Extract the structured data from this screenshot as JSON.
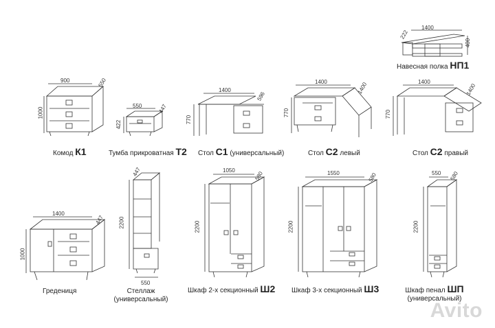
{
  "items": [
    {
      "caption": "Навесная полка",
      "code": "НП1",
      "dims": {
        "w": "1400",
        "d": "222",
        "h": "400"
      }
    },
    {
      "caption": "Комод",
      "code": "К1",
      "dims": {
        "w": "900",
        "d": "550",
        "h": "1000"
      }
    },
    {
      "caption": "Тумба прикроватная",
      "code": "Т2",
      "dims": {
        "w": "550",
        "d": "447",
        "h": "422"
      }
    },
    {
      "caption": "Стол",
      "code": "С1",
      "suffix": "(универсальный)",
      "dims": {
        "w": "1400",
        "d": "596",
        "h": "770"
      }
    },
    {
      "caption": "Стол",
      "code": "С2",
      "suffix": "левый",
      "dims": {
        "w": "1400",
        "d": "1400",
        "h": "770"
      }
    },
    {
      "caption": "Стол",
      "code": "С2",
      "suffix": "правый",
      "dims": {
        "w": "1400",
        "d": "1400",
        "h": "770"
      }
    },
    {
      "caption": "Гредениця",
      "dims": {
        "w": "1400",
        "d": "447",
        "h": "1000"
      }
    },
    {
      "caption": "Стеллаж",
      "sub": "(универсальный)",
      "dims": {
        "w": "550",
        "d": "447",
        "h": "2200"
      }
    },
    {
      "caption": "Шкаф 2-х секционный",
      "code": "Ш2",
      "dims": {
        "w": "1050",
        "d": "580",
        "h": "2200"
      }
    },
    {
      "caption": "Шкаф 3-х секционный",
      "code": "Ш3",
      "dims": {
        "w": "1550",
        "d": "580",
        "h": "2200"
      }
    },
    {
      "caption": "Шкаф пенал",
      "code": "ШП",
      "sub": "(универсальный)",
      "dims": {
        "w": "550",
        "d": "580",
        "h": "2200"
      }
    }
  ],
  "watermark": "Avito"
}
